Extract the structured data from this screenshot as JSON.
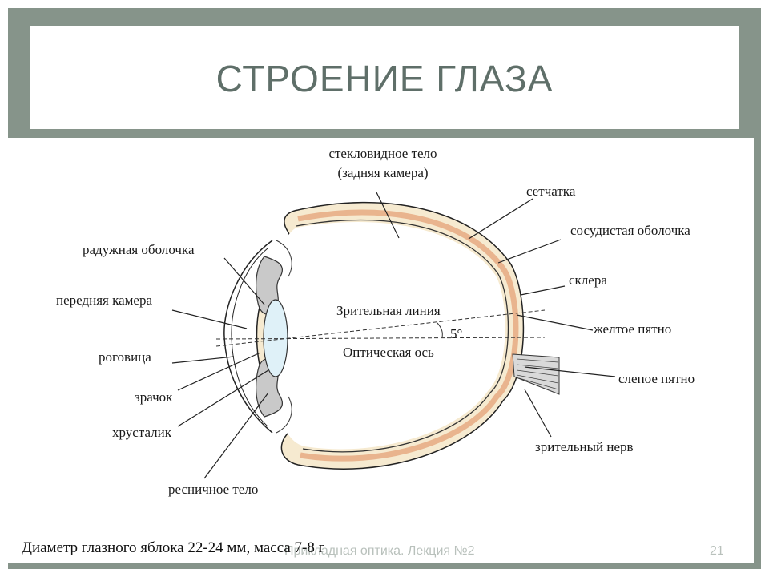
{
  "slide": {
    "title": "СТРОЕНИЕ ГЛАЗА",
    "caption": "Диаметр глазного яблока 22-24 мм, масса 7-8 г",
    "footer": "Прикладная оптика. Лекция №2",
    "page_number": "21"
  },
  "diagram": {
    "labels": {
      "vitreous_line1": "стекловидное тело",
      "vitreous_line2": "(задняя камера)",
      "retina": "сетчатка",
      "choroid": "сосудистая оболочка",
      "sclera": "склера",
      "iris": "радужная оболочка",
      "anterior_chamber": "передняя камера",
      "visual_line": "Зрительная линия",
      "angle": "5°",
      "optical_axis": "Оптическая ось",
      "macula": "желтое пятно",
      "cornea": "роговица",
      "blind_spot": "слепое пятно",
      "pupil": "зрачок",
      "lens": "хрусталик",
      "optic_nerve": "зрительный нерв",
      "ciliary_body": "ресничное тело"
    }
  }
}
